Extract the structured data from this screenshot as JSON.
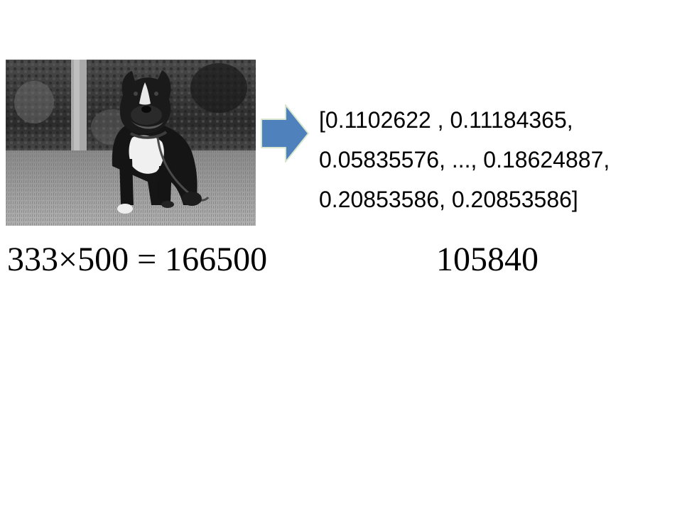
{
  "image": {
    "subject": "dog-photo",
    "colors": {
      "background_foliage": "#3a3a3a",
      "grass": "#9a9a9a",
      "dog_body": "#151515",
      "dog_chest": "#f2f2f2"
    }
  },
  "arrow": {
    "icon": "right-arrow-icon",
    "fill": "#4f81bd",
    "stroke": "#3a6a9f"
  },
  "feature_vector": {
    "lines": [
      "[0.1102622 , 0.11184365,",
      "0.05835576, ..., 0.18624887,",
      "0.20853586, 0.20853586]"
    ]
  },
  "equation": {
    "text": "333×500 = 166500"
  },
  "result": {
    "text": "105840"
  }
}
